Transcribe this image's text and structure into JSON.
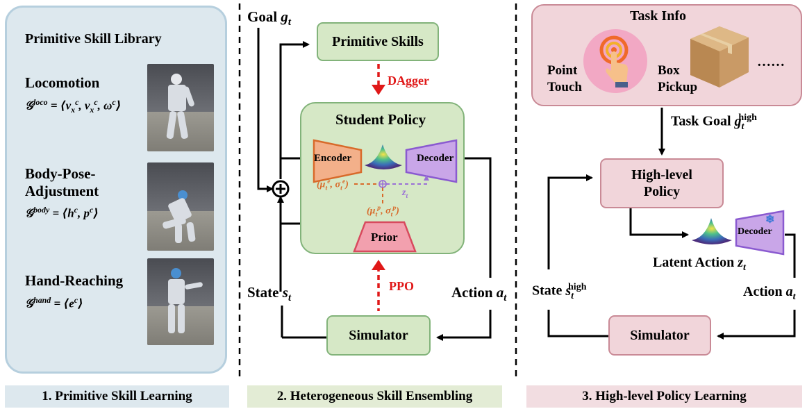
{
  "panel1": {
    "title": "Primitive Skill Library",
    "skills": [
      {
        "name": "Locomotion",
        "formula_lhs": "𝒢",
        "formula_sup": "loco",
        "formula_rhs": " = ⟨v",
        "formula_text": "𝒢loco = ⟨vxc, vxc, ωc⟩"
      },
      {
        "name_line1": "Body-Pose-",
        "name_line2": "Adjustment",
        "formula_text": "𝒢body = ⟨hc, pc⟩"
      },
      {
        "name": "Hand-Reaching",
        "formula_text": "𝒢hand = ⟨ec⟩"
      }
    ],
    "footer": "1. Primitive Skill Learning"
  },
  "panel2": {
    "goal_label": "Goal",
    "goal_symbol": "g",
    "goal_sub": "t",
    "primitive_skills": "Primitive Skills",
    "dagger": "DAgger",
    "student_policy": "Student Policy",
    "encoder": "Encoder",
    "decoder": "Decoder",
    "prior": "Prior",
    "mu_e": "(μ",
    "z_label": "z",
    "ppo": "PPO",
    "state_label": "State",
    "state_symbol": "s",
    "action_label": "Action",
    "action_symbol": "a",
    "simulator": "Simulator",
    "footer": "2. Heterogeneous Skill Ensembling"
  },
  "panel3": {
    "task_info": "Task Info",
    "point_touch_1": "Point",
    "point_touch_2": "Touch",
    "box_pickup_1": "Box",
    "box_pickup_2": "Pickup",
    "ellipsis": "……",
    "task_goal": "Task Goal",
    "task_goal_symbol": "g",
    "high_sup": "high",
    "high_level_policy_1": "High-level",
    "high_level_policy_2": "Policy",
    "decoder": "Decoder",
    "latent_action": "Latent Action",
    "state_label": "State",
    "action_label": "Action",
    "simulator": "Simulator",
    "footer": "3. High-level Policy Learning"
  },
  "colors": {
    "panel1_bg": "#dde8ee",
    "panel2_bg": "#e3ecd5",
    "panel3_bg": "#f2dde1",
    "dagger_red": "#e01818",
    "encoder_orange": "#f3b08a",
    "decoder_purple": "#c9a6e8",
    "prior_pink": "#f2a0ae"
  }
}
